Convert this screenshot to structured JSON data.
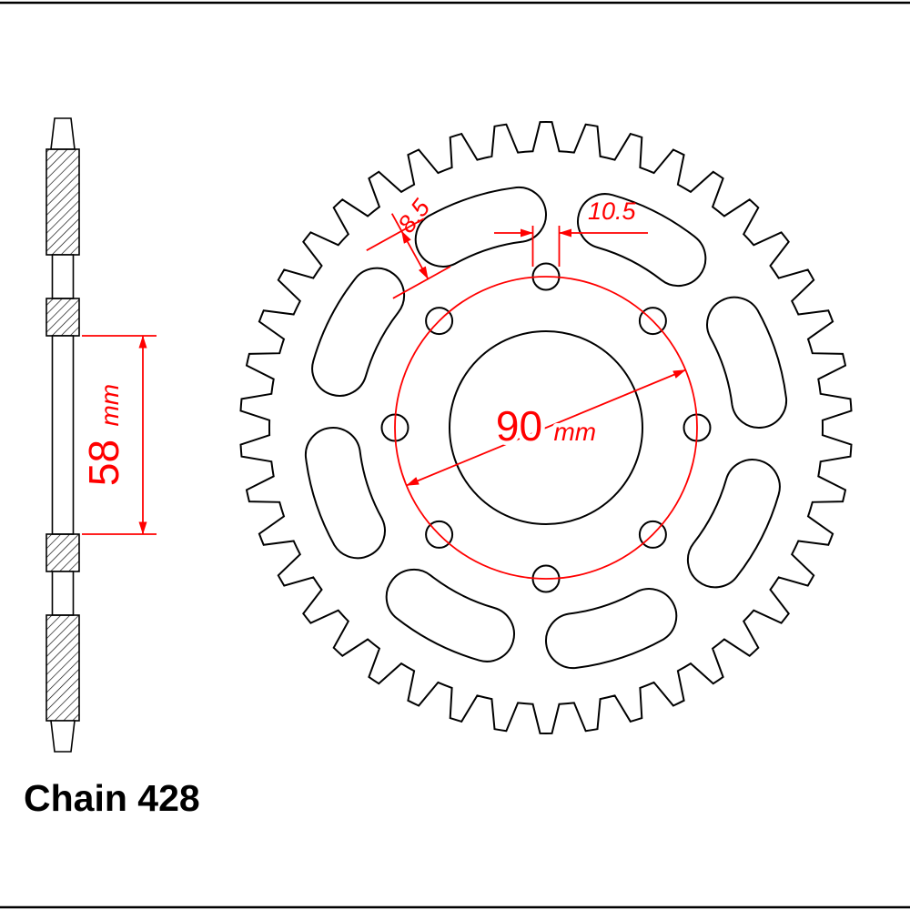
{
  "colors": {
    "ink": "#000000",
    "dimension_red": "#ff0000",
    "background": "#ffffff"
  },
  "labels": {
    "chain": "Chain 428"
  },
  "dims": {
    "slot_width": "8.5",
    "hole_diameter": "10.5",
    "bolt_circle_value": "90",
    "bolt_circle_unit": "mm",
    "bore_value": "58",
    "bore_unit": "mm"
  }
}
